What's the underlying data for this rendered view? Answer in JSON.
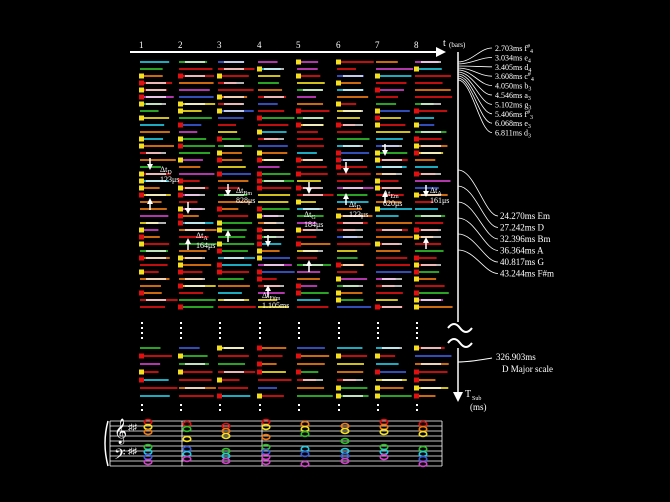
{
  "axis": {
    "top_label": "t",
    "top_label_sub": "(bars)",
    "bar_numbers": [
      "1",
      "2",
      "3",
      "4",
      "5",
      "6",
      "7",
      "8"
    ],
    "bottom_label": "T",
    "bottom_label_sub": "Sub",
    "bottom_unit": "(ms)"
  },
  "periods": [
    {
      "ms": "2.703ms",
      "note": "f",
      "acc": "#",
      "oct": "4"
    },
    {
      "ms": "3.034ms",
      "note": "e",
      "acc": "",
      "oct": "4"
    },
    {
      "ms": "3.405ms",
      "note": "d",
      "acc": "",
      "oct": "4"
    },
    {
      "ms": "3.608ms",
      "note": "c",
      "acc": "#",
      "oct": "4"
    },
    {
      "ms": "4.050ms",
      "note": "b",
      "acc": "",
      "oct": "3"
    },
    {
      "ms": "4.546ms",
      "note": "a",
      "acc": "",
      "oct": "3"
    },
    {
      "ms": "5.102ms",
      "note": "g",
      "acc": "",
      "oct": "3"
    },
    {
      "ms": "5.406ms",
      "note": "f",
      "acc": "#",
      "oct": "3"
    },
    {
      "ms": "6.068ms",
      "note": "e",
      "acc": "",
      "oct": "3"
    },
    {
      "ms": "6.811ms",
      "note": "d",
      "acc": "",
      "oct": "3"
    }
  ],
  "chords": [
    {
      "text": "24.270ms Em"
    },
    {
      "text": "27.242ms D"
    },
    {
      "text": "32.396ms Bm"
    },
    {
      "text": "36.364ms A"
    },
    {
      "text": "40.817ms G"
    },
    {
      "text": "43.244ms F#m"
    }
  ],
  "scale": {
    "ms": "326.903ms",
    "name": "D Major scale"
  },
  "deltas": [
    {
      "sub": "D",
      "value": "123",
      "unit": "μs"
    },
    {
      "sub": "A",
      "value": "164",
      "unit": "μs"
    },
    {
      "sub": "Bm",
      "value": "828",
      "unit": "μs"
    },
    {
      "sub": "F#m",
      "value": "1.105ms",
      "unit": ""
    },
    {
      "sub": "G",
      "value": "184",
      "unit": "μs"
    },
    {
      "sub": "D",
      "value": "123",
      "unit": "μs"
    },
    {
      "sub": "Em",
      "value": "620",
      "unit": "μs"
    },
    {
      "sub": "A",
      "value": "161",
      "unit": "μs"
    }
  ],
  "delta_symbol": "Δt",
  "colors": {
    "red": "#e01010",
    "orange": "#f07a10",
    "yellow": "#f4e020",
    "green": "#2fbf2a",
    "cyan": "#22c8e0",
    "blue": "#3a5ad8",
    "magenta": "#d040c8",
    "white": "#ffffff"
  },
  "icons": {
    "treble": "treble-clef-icon",
    "bass": "bass-clef-icon",
    "break": "axis-break-icon",
    "arrow": "arrow-icon"
  }
}
